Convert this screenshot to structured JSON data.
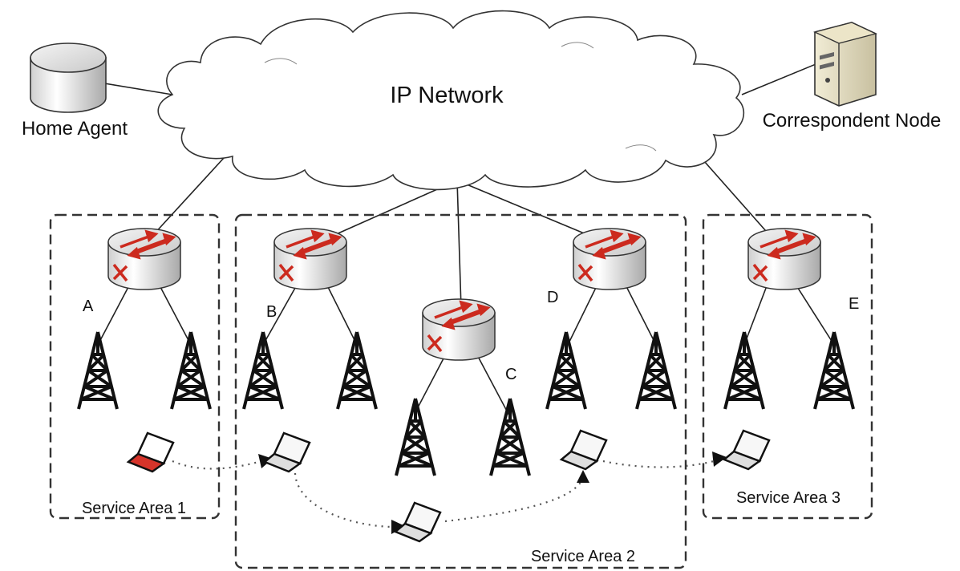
{
  "cloud": {
    "label": "IP Network"
  },
  "home_agent": {
    "label": "Home Agent"
  },
  "correspondent_node": {
    "label": "Correspondent Node"
  },
  "routers": [
    {
      "id": "A",
      "label": "A"
    },
    {
      "id": "B",
      "label": "B"
    },
    {
      "id": "C",
      "label": "C"
    },
    {
      "id": "D",
      "label": "D"
    },
    {
      "id": "E",
      "label": "E"
    }
  ],
  "service_areas": [
    {
      "label": "Service Area 1"
    },
    {
      "label": "Service Area 2"
    },
    {
      "label": "Service Area 3"
    }
  ],
  "colors": {
    "router_arrow": "#cc2a1e",
    "laptop_active": "#d6342a",
    "line": "#222222"
  }
}
